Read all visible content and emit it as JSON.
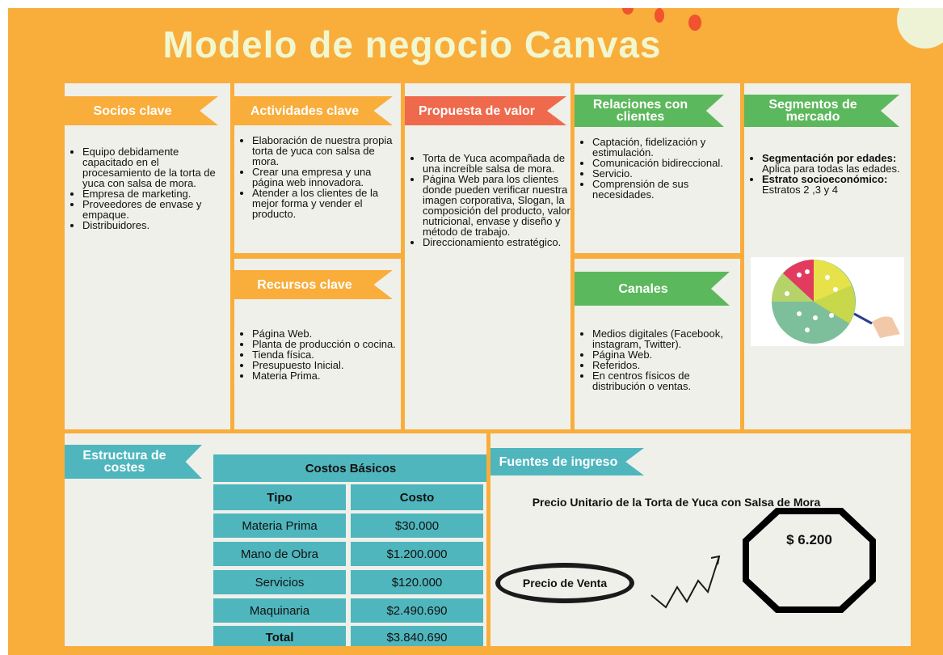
{
  "title": "Modelo de negocio Canvas",
  "socios": {
    "label": "Socios clave",
    "items": [
      "Equipo debidamente capacitado en el procesamiento de la torta de yuca con salsa de mora.",
      "Empresa de marketing.",
      "Proveedores de envase y empaque.",
      "Distribuidores."
    ]
  },
  "actividades": {
    "label": "Actividades clave",
    "items": [
      "Elaboración de nuestra propia torta de yuca con salsa de mora.",
      "Crear una empresa y una página web innovadora.",
      "Atender a los clientes de la mejor forma y vender el producto."
    ]
  },
  "recursos": {
    "label": "Recursos clave",
    "items": [
      "Página Web.",
      "Planta de producción o cocina.",
      "Tienda física.",
      "Presupuesto Inicial.",
      "Materia Prima."
    ]
  },
  "propuesta": {
    "label": "Propuesta de valor",
    "items": [
      "Torta de Yuca acompañada de una increíble salsa de mora.",
      "Página Web para los clientes donde pueden verificar nuestra imagen corporativa, Slogan, la composición del producto, valor nutricional, envase y diseño y método de trabajo.",
      "Direccionamiento estratégico."
    ]
  },
  "relaciones": {
    "label": "Relaciones con clientes",
    "items": [
      "Captación, fidelización y estimulación.",
      "Comunicación bidireccional.",
      "Servicio.",
      "Comprensión de sus necesidades."
    ]
  },
  "canales": {
    "label": "Canales",
    "items": [
      "Medios digitales (Facebook, instagram, Twitter).",
      "Página Web.",
      "Referidos.",
      "En centros físicos de distribución o ventas."
    ]
  },
  "segmentos": {
    "label": "Segmentos de mercado",
    "item1_bold": "Segmentación por edades:",
    "item1_text": " Aplica para todas las edades.",
    "item2_bold": "Estrato socioeconómico:",
    "item2_text": " Estratos 2 ,3 y 4"
  },
  "costes": {
    "label": "Estructura de costes",
    "table_title": "Costos Básicos",
    "col_tipo": "Tipo",
    "col_costo": "Costo",
    "rows": [
      {
        "tipo": "Materia Prima",
        "costo": "$30.000"
      },
      {
        "tipo": "Mano de Obra",
        "costo": "$1.200.000"
      },
      {
        "tipo": "Servicios",
        "costo": "$120.000"
      },
      {
        "tipo": "Maquinaria",
        "costo": "$2.490.690"
      }
    ],
    "total_label": "Total",
    "total_value": "$3.840.690"
  },
  "ingresos": {
    "label": "Fuentes de ingreso",
    "title": "Precio Unitario de la Torta de Yuca con Salsa de Mora",
    "precio_label": "Precio de Venta",
    "precio_value": "$ 6.200"
  },
  "colors": {
    "background": "#f9ad3b",
    "title": "#f1f7cf",
    "banner_orange": "#f9ad3b",
    "banner_red": "#ef6a4d",
    "banner_green": "#5cb85c",
    "banner_teal": "#4fb6bd",
    "panel": "#f0f0ea"
  },
  "icons": [
    "pie-chart-people-illustration",
    "zigzag-arrow-icon"
  ]
}
